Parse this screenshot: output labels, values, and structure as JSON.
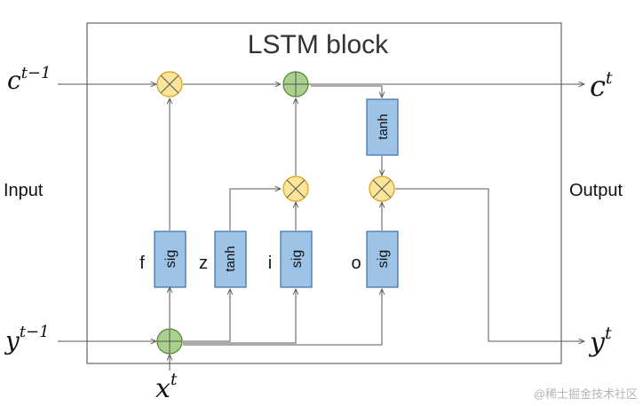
{
  "title": "LSTM block",
  "side_labels": {
    "input": "Input",
    "output": "Output"
  },
  "variables": {
    "c_prev": {
      "base": "c",
      "sup": "t−1"
    },
    "y_prev": {
      "base": "y",
      "sup": "t−1"
    },
    "x": {
      "base": "x",
      "sup": "t"
    },
    "c": {
      "base": "c",
      "sup": "t"
    },
    "y": {
      "base": "y",
      "sup": "t"
    }
  },
  "gates": {
    "f": {
      "letter": "f",
      "fn": "sig"
    },
    "z": {
      "letter": "z",
      "fn": "tanh"
    },
    "i": {
      "letter": "i",
      "fn": "sig"
    },
    "o": {
      "letter": "o",
      "fn": "sig"
    },
    "cell_tanh": {
      "fn": "tanh"
    }
  },
  "watermark": "@稀土掘金技术社区",
  "colors": {
    "box_fill": "#9dc3e6",
    "box_stroke": "#3a6ea5",
    "multiply_fill": "#fbe59a",
    "multiply_stroke": "#d4a017",
    "add_fill": "#a9d18e",
    "add_stroke": "#548235",
    "line": "#555555"
  }
}
